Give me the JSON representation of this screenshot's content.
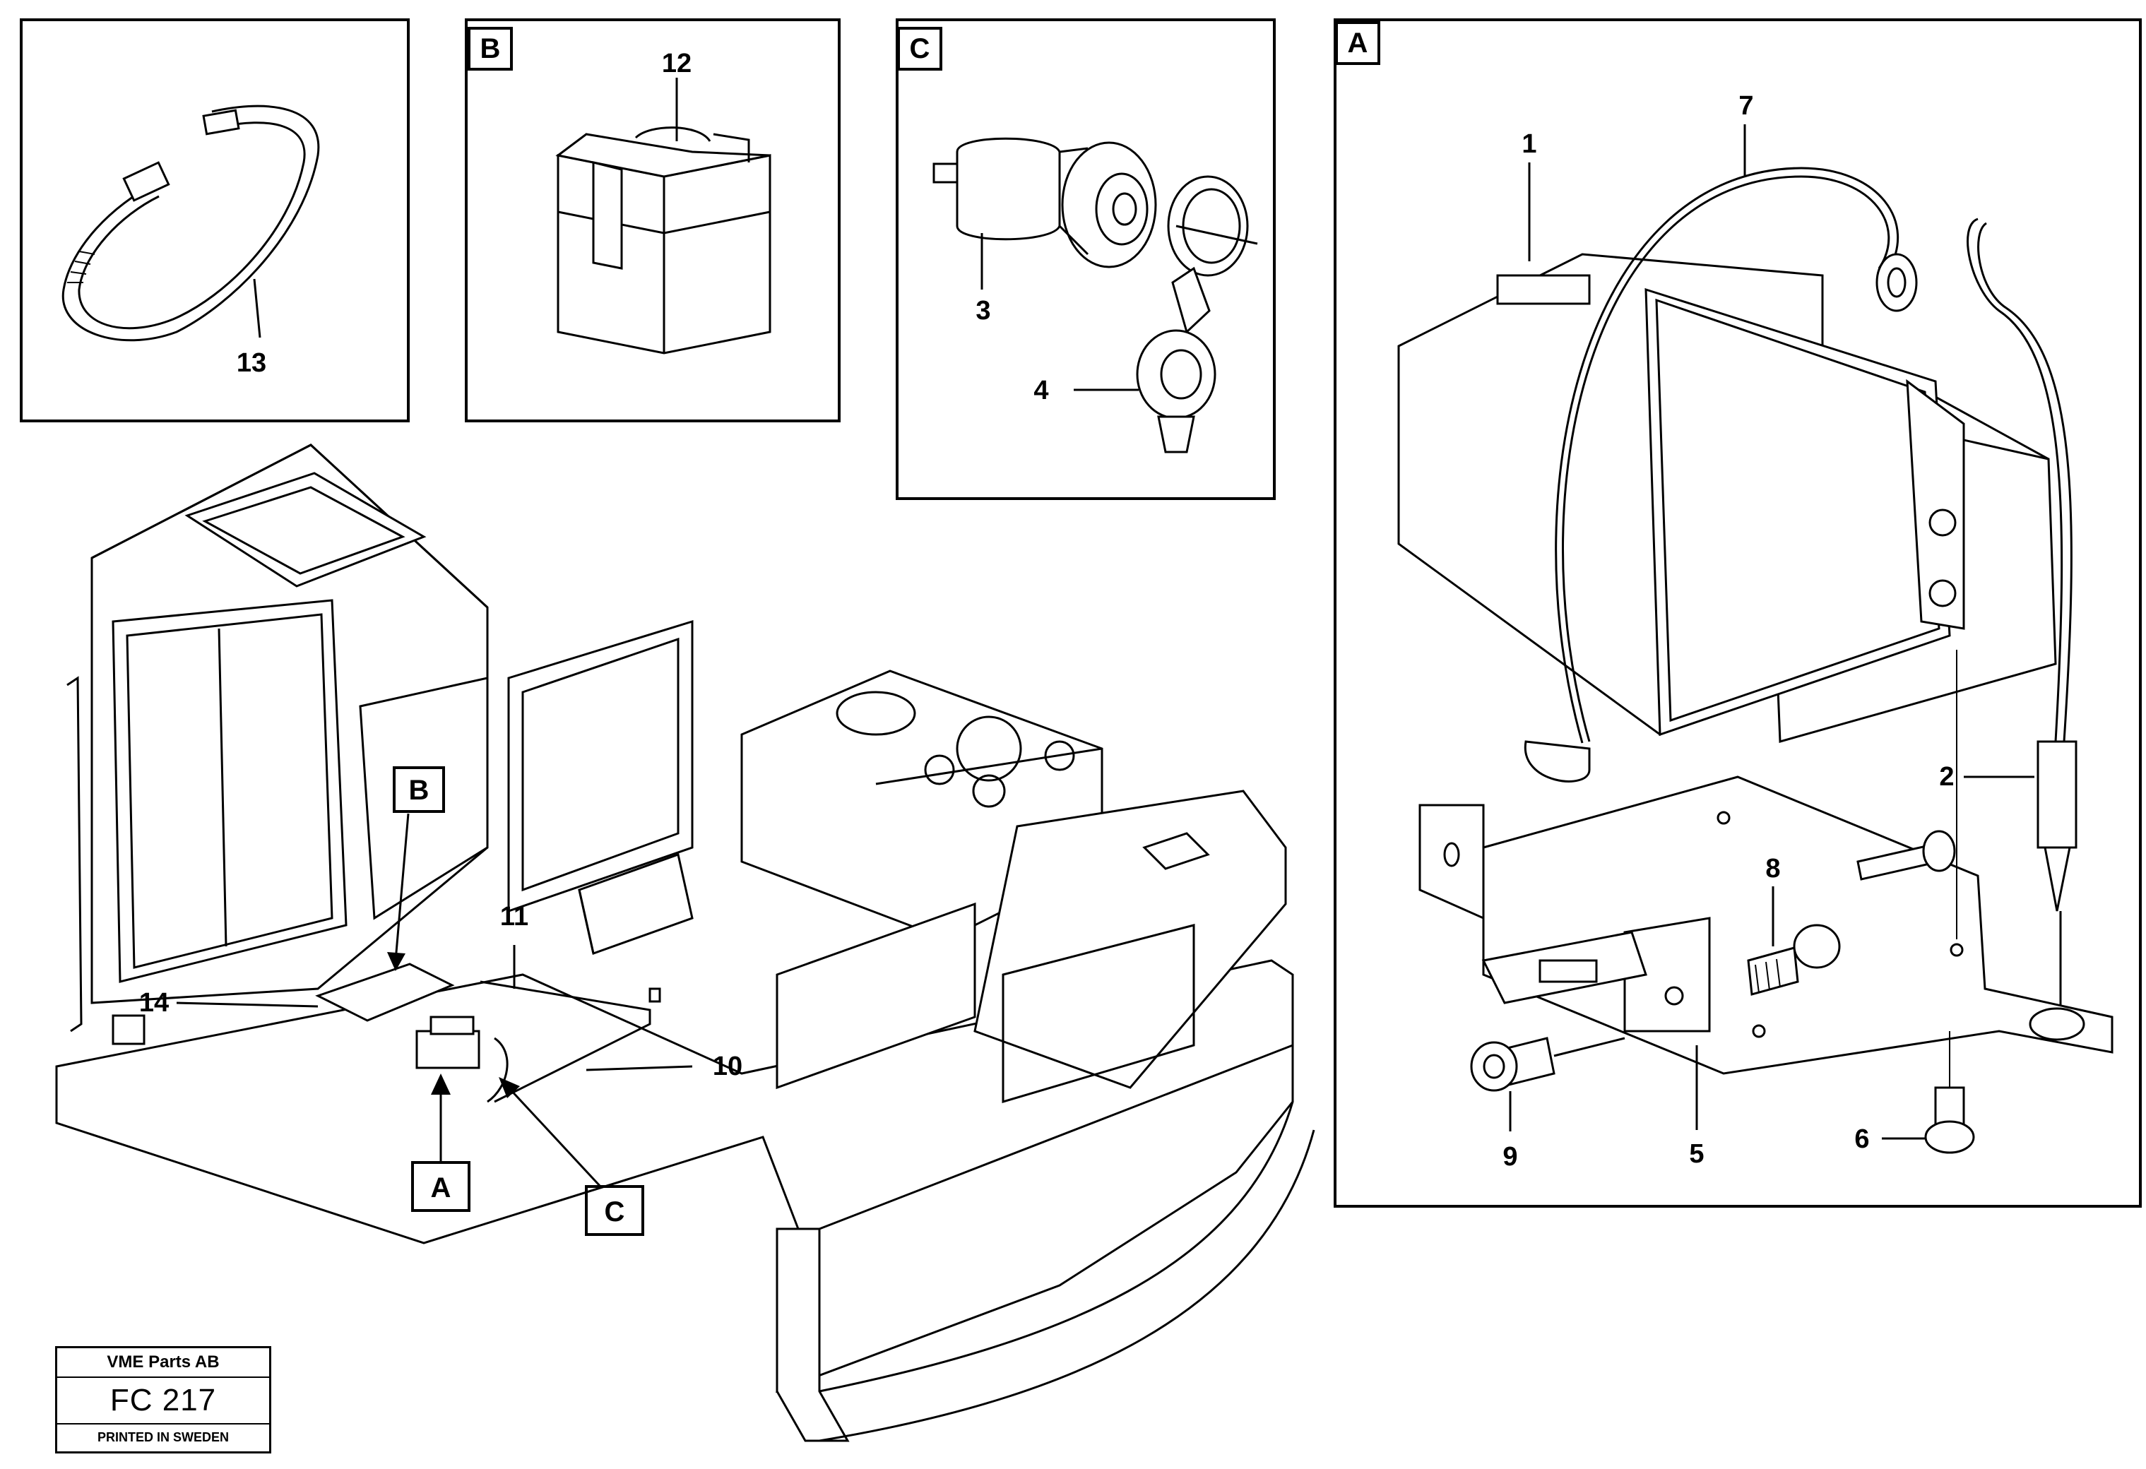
{
  "detail_boxes": [
    {
      "letter": "",
      "parts": [
        "13"
      ]
    },
    {
      "letter": "B",
      "parts": [
        "12"
      ]
    },
    {
      "letter": "C",
      "parts": [
        "3",
        "4"
      ]
    },
    {
      "letter": "A",
      "parts": [
        "1",
        "7",
        "2",
        "8",
        "6",
        "5",
        "9"
      ]
    }
  ],
  "main_view": {
    "callouts": [
      "11",
      "14",
      "10"
    ],
    "detail_refs": [
      "B",
      "A",
      "C"
    ]
  },
  "title_block": {
    "company": "VME Parts AB",
    "figure": "FC 217",
    "printed": "PRINTED IN SWEDEN"
  }
}
